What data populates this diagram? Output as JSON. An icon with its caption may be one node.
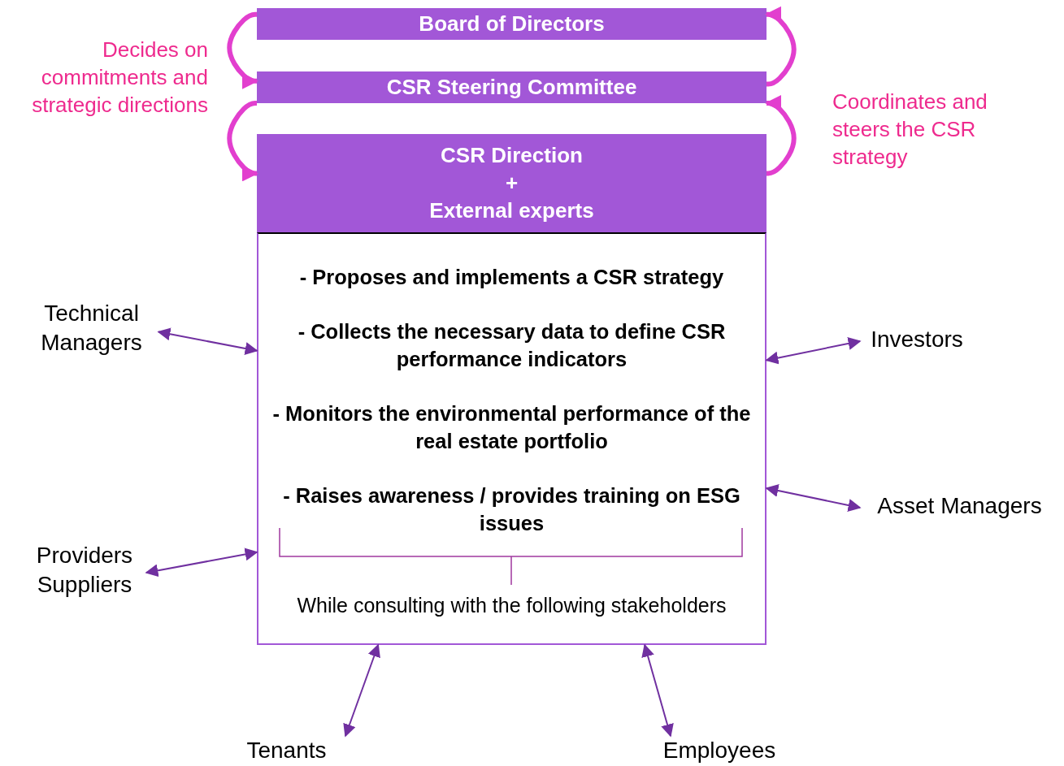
{
  "diagram": {
    "nodes": [
      {
        "text": [
          "Board of Directors"
        ]
      },
      {
        "text": [
          "CSR Steering Committee"
        ]
      },
      {
        "text": [
          "CSR Direction",
          "+",
          "External experts"
        ]
      },
      {
        "text": [
          "- Proposes and implements a CSR strategy",
          "- Collects the necessary data to define CSR performance indicators",
          "- Monitors the environmental performance of the real estate portfolio",
          "- Raises awareness / provides training on ESG issues",
          "While consulting with the following stakeholders"
        ]
      },
      {
        "text": [
          "Technical Managers"
        ]
      },
      {
        "text": [
          "Investors"
        ]
      },
      {
        "text": [
          "Providers Suppliers"
        ]
      },
      {
        "text": [
          "Asset Managers"
        ]
      },
      {
        "text": [
          "Tenants"
        ]
      },
      {
        "text": [
          "Employees"
        ]
      }
    ],
    "edges": [
      {
        "from": 0,
        "to": 1,
        "arrow": "to",
        "style": "thick",
        "color": "#e23fce"
      },
      {
        "from": 1,
        "to": 2,
        "arrow": "to",
        "style": "thick",
        "color": "#e23fce"
      },
      {
        "from": 1,
        "to": 0,
        "arrow": "to",
        "style": "thick",
        "color": "#e23fce"
      },
      {
        "from": 2,
        "to": 1,
        "arrow": "to",
        "style": "thick",
        "color": "#e23fce"
      },
      {
        "from": 4,
        "to": 3,
        "arrow": "both"
      },
      {
        "from": 5,
        "to": 3,
        "arrow": "both"
      },
      {
        "from": 6,
        "to": 3,
        "arrow": "both"
      },
      {
        "from": 7,
        "to": 3,
        "arrow": "both"
      },
      {
        "from": 8,
        "to": 3,
        "arrow": "both"
      },
      {
        "from": 9,
        "to": 3,
        "arrow": "both"
      }
    ],
    "labels": [
      "Decides on commitments and strategic directions",
      "Coordinates and steers the CSR strategy"
    ]
  }
}
